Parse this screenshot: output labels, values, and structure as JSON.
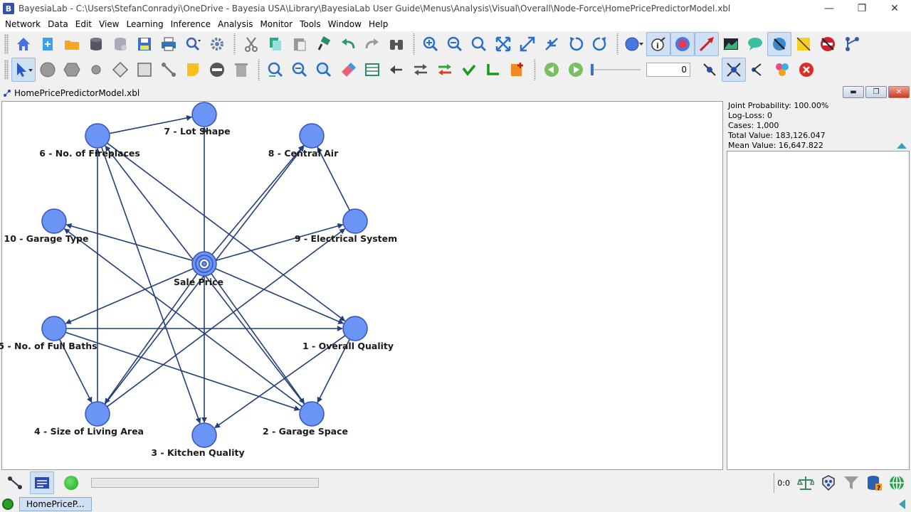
{
  "window": {
    "title": "BayesiaLab - C:\\Users\\StefanConradyi\\OneDrive - Bayesia USA\\Library\\BayesiaLab User Guide\\Menus\\Analysis\\Visual\\Overall\\Node-Force\\HomePricePredictorModel.xbl",
    "minimize": "—",
    "restore": "❐",
    "close": "✕"
  },
  "menu": [
    "Network",
    "Data",
    "Edit",
    "View",
    "Learning",
    "Inference",
    "Analysis",
    "Monitor",
    "Tools",
    "Window",
    "Help"
  ],
  "toolbar1": {
    "icons": [
      "home-icon",
      "new-network-icon",
      "open-folder-icon",
      "database-icon",
      "database-gray-icon",
      "save-icon",
      "print-icon",
      "magnifier-menu-icon",
      "settings-gear-icon",
      "cut-icon",
      "copy-icon",
      "paste-icon",
      "format-painter-icon",
      "undo-icon",
      "redo-icon",
      "binoculars-icon",
      "zoom-in-icon",
      "zoom-out-icon",
      "zoom-default-icon",
      "fit-to-window-icon",
      "expand-icon",
      "collapse-icon",
      "rotate-left-icon",
      "rotate-right-icon",
      "node-color-icon",
      "node-info-icon",
      "target-node-icon",
      "arc-force-icon",
      "monitor-chart-icon",
      "comment-icon",
      "no-info-icon",
      "note-icon",
      "no-arcs-icon",
      "graph-layout-icon"
    ]
  },
  "toolbar2": {
    "slider_value": 0,
    "step_value": "0"
  },
  "document": {
    "tab_title": "HomePricePredictorModel.xbl"
  },
  "graph": {
    "target": "Sale Price",
    "nodes": [
      {
        "id": "sale",
        "label": "Sale Price",
        "target": true
      },
      {
        "id": "n1",
        "label": "1 - Overall Quality"
      },
      {
        "id": "n2",
        "label": "2 - Garage Space"
      },
      {
        "id": "n3",
        "label": "3 - Kitchen Quality"
      },
      {
        "id": "n4",
        "label": "4 - Size of Living Area"
      },
      {
        "id": "n5",
        "label": "5 - No. of Full Baths"
      },
      {
        "id": "n6",
        "label": "6 - No. of Fireplaces"
      },
      {
        "id": "n7",
        "label": "7 - Lot Shape"
      },
      {
        "id": "n8",
        "label": "8 - Central Air"
      },
      {
        "id": "n9",
        "label": "9 - Electrical System"
      },
      {
        "id": "n10",
        "label": "10 - Garage Type"
      }
    ],
    "arcs": [
      [
        "sale",
        "n7"
      ],
      [
        "sale",
        "n8"
      ],
      [
        "sale",
        "n10"
      ],
      [
        "sale",
        "n9"
      ],
      [
        "sale",
        "n5"
      ],
      [
        "sale",
        "n1"
      ],
      [
        "sale",
        "n4"
      ],
      [
        "sale",
        "n3"
      ],
      [
        "sale",
        "n2"
      ],
      [
        "n6",
        "n7"
      ],
      [
        "n6",
        "n1"
      ],
      [
        "n6",
        "n3"
      ],
      [
        "n4",
        "n6"
      ],
      [
        "n2",
        "n6"
      ],
      [
        "n1",
        "n2"
      ],
      [
        "n1",
        "n3"
      ],
      [
        "n5",
        "n1"
      ],
      [
        "n5",
        "n4"
      ],
      [
        "n5",
        "n2"
      ],
      [
        "n9",
        "n8"
      ],
      [
        "n4",
        "n8"
      ],
      [
        "n4",
        "n9"
      ],
      [
        "n2",
        "n10"
      ]
    ],
    "node_color": "#6b95f5",
    "node_stroke": "#3553b8",
    "arc_color": "#223f7a"
  },
  "info": {
    "joint_probability": "Joint Probability: 100.00%",
    "log_loss": "Log-Loss: 0",
    "cases": "Cases: 1,000",
    "total_value": "Total Value: 183,126.047",
    "mean_value": "Mean Value: 16,647.822"
  },
  "status": {
    "progress": 0,
    "counter": "0:0"
  },
  "taskbar": {
    "item": "HomePriceP..."
  }
}
